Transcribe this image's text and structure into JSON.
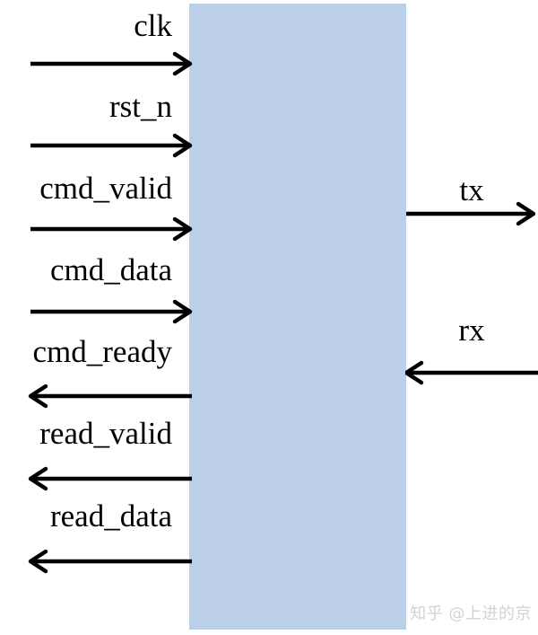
{
  "diagram": {
    "type": "module-port-diagram",
    "module": {
      "name": "module-body",
      "fill": "#bccfe8"
    },
    "signals": {
      "left": [
        {
          "label": "clk",
          "direction": "into-module"
        },
        {
          "label": "rst_n",
          "direction": "into-module"
        },
        {
          "label": "cmd_valid",
          "direction": "into-module"
        },
        {
          "label": "cmd_data",
          "direction": "into-module"
        },
        {
          "label": "cmd_ready",
          "direction": "out-of-module"
        },
        {
          "label": "read_valid",
          "direction": "out-of-module"
        },
        {
          "label": "read_data",
          "direction": "out-of-module"
        }
      ],
      "right": [
        {
          "label": "tx",
          "direction": "out-of-module"
        },
        {
          "label": "rx",
          "direction": "into-module"
        }
      ]
    },
    "colors": {
      "module_fill": "#bccfe8",
      "arrow": "#000000",
      "label": "#000000",
      "background": "#ffffff",
      "watermark": "#d3d3d6"
    }
  },
  "watermark": {
    "text": "知乎 @上进的京"
  }
}
